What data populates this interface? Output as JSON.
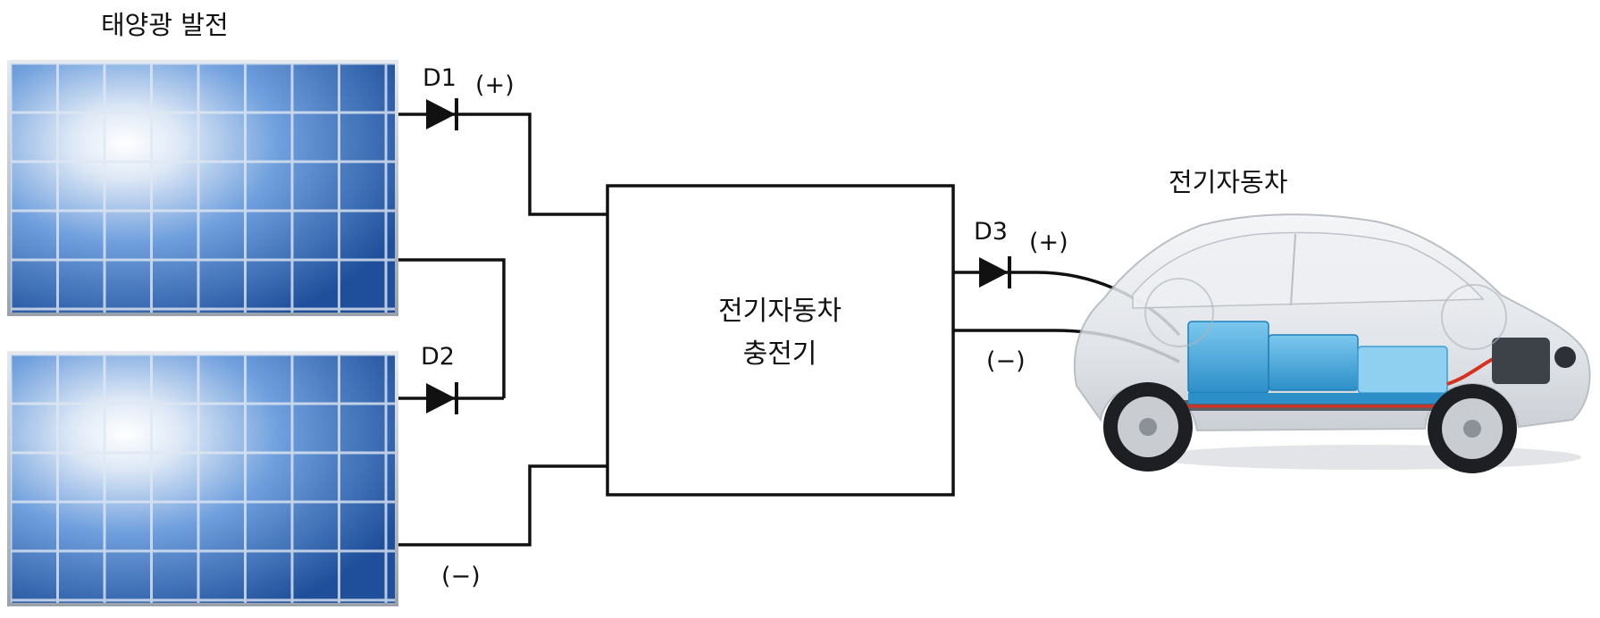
{
  "labels": {
    "solar_title": "태양광 발전",
    "ev_title": "전기자동차",
    "charger_line1": "전기자동차",
    "charger_line2": "충전기",
    "d1": "D1",
    "d2": "D2",
    "d3": "D3",
    "d1_plus": "(+)",
    "d3_plus": "(+)",
    "solar_minus": "(−)",
    "ev_minus": "(−)"
  },
  "colors": {
    "line": "#111111",
    "panel_frame": "#b7bcc4",
    "panel_cell_dark": "#1f4f9a",
    "panel_cell_light": "#dfe9f6",
    "battery": "#3fa9e0",
    "car_body": "#d9dde2",
    "cable_red": "#d6301e"
  },
  "icons": {
    "solar_panels": "solar-panel-icon",
    "diode": "diode-icon",
    "car": "electric-car-icon"
  }
}
